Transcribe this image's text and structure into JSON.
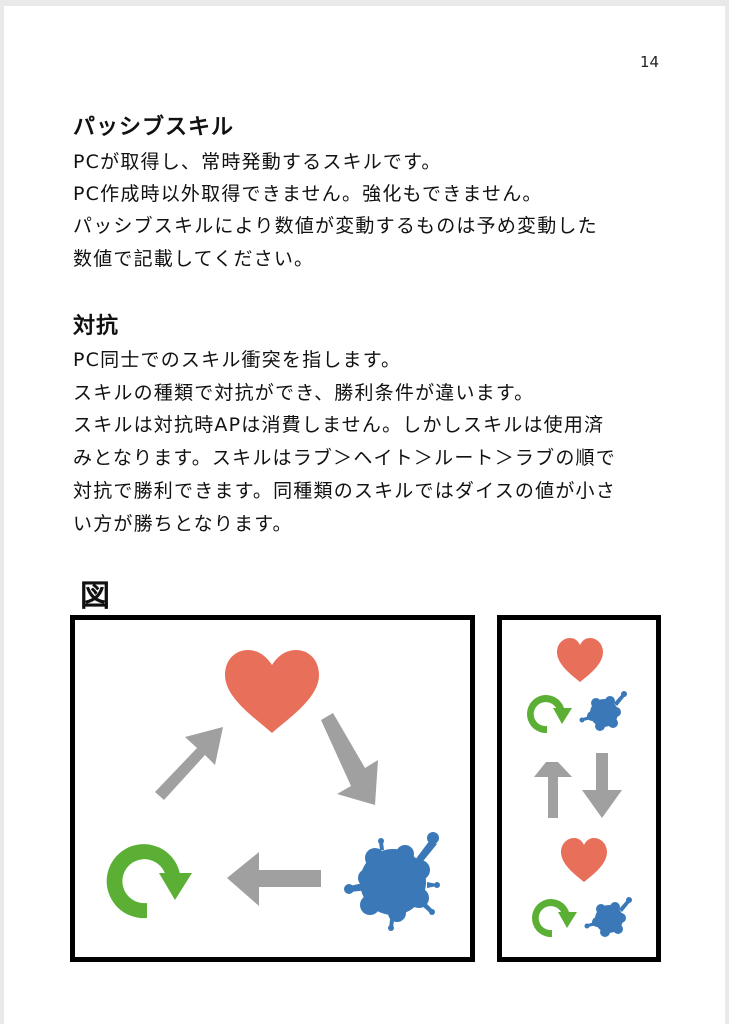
{
  "page_number": "14",
  "sections": [
    {
      "title": "パッシブスキル",
      "lines": [
        "PCが取得し、常時発動するスキルです。",
        "PC作成時以外取得できません。強化もできません。",
        "パッシブスキルにより数値が変動するものは予め変動した",
        "数値で記載してください。"
      ]
    },
    {
      "title": "対抗",
      "lines": [
        "PC同士でのスキル衝突を指します。",
        "スキルの種類で対抗ができ、勝利条件が違います。",
        "スキルは対抗時APは消費しません。しかしスキルは使用済",
        "みとなります。スキルはラブ＞ヘイト＞ルート＞ラブの順で",
        "対抗で勝利できます。同種類のスキルではダイスの値が小さ",
        "い方が勝ちとなります。"
      ]
    }
  ],
  "figure": {
    "label": "図",
    "cycle_diagram": {
      "nodes": [
        {
          "icon": "heart-icon",
          "meaning": "ラブ",
          "color": "#E8705A"
        },
        {
          "icon": "splash-icon",
          "meaning": "ヘイト",
          "color": "#3A78B8"
        },
        {
          "icon": "rotate-arrow-icon",
          "meaning": "ルート",
          "color": "#5BAF35"
        }
      ],
      "arrow_color": "#A0A0A0"
    },
    "same_type_diagram": {
      "rows": [
        "heart-icon",
        "rotate-arrow-icon + splash-icon",
        "up-down-arrows-icon",
        "heart-icon",
        "rotate-arrow-icon + splash-icon"
      ]
    }
  }
}
